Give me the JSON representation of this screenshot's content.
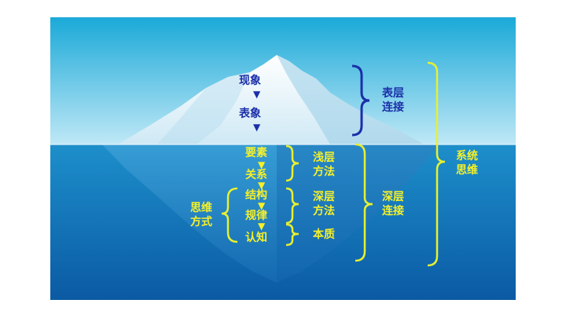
{
  "colors": {
    "sky_top": "#1aa9d8",
    "sky_bottom": "#bfe8f6",
    "sea_top": "#1d8fcb",
    "sea_bottom": "#0b5aa3",
    "surface_label": "#1a2fa8",
    "underwater_label": "#f5f02a",
    "bracket_blue": "#1a2fa8",
    "bracket_yellow": "#e8f030"
  },
  "above": {
    "chain": [
      "现象",
      "表象"
    ],
    "group_label": [
      "表层",
      "连接"
    ]
  },
  "below": {
    "chain": [
      "要素",
      "关系",
      "结构",
      "规律",
      "认知"
    ],
    "shallow_label": [
      "浅层",
      "方法"
    ],
    "deep_label": [
      "深层",
      "方法"
    ],
    "essence_label": "本质",
    "deep_connection": [
      "深层",
      "连接"
    ],
    "thinking_mode": [
      "思维",
      "方式"
    ]
  },
  "system_label": [
    "系统",
    "思维"
  ]
}
